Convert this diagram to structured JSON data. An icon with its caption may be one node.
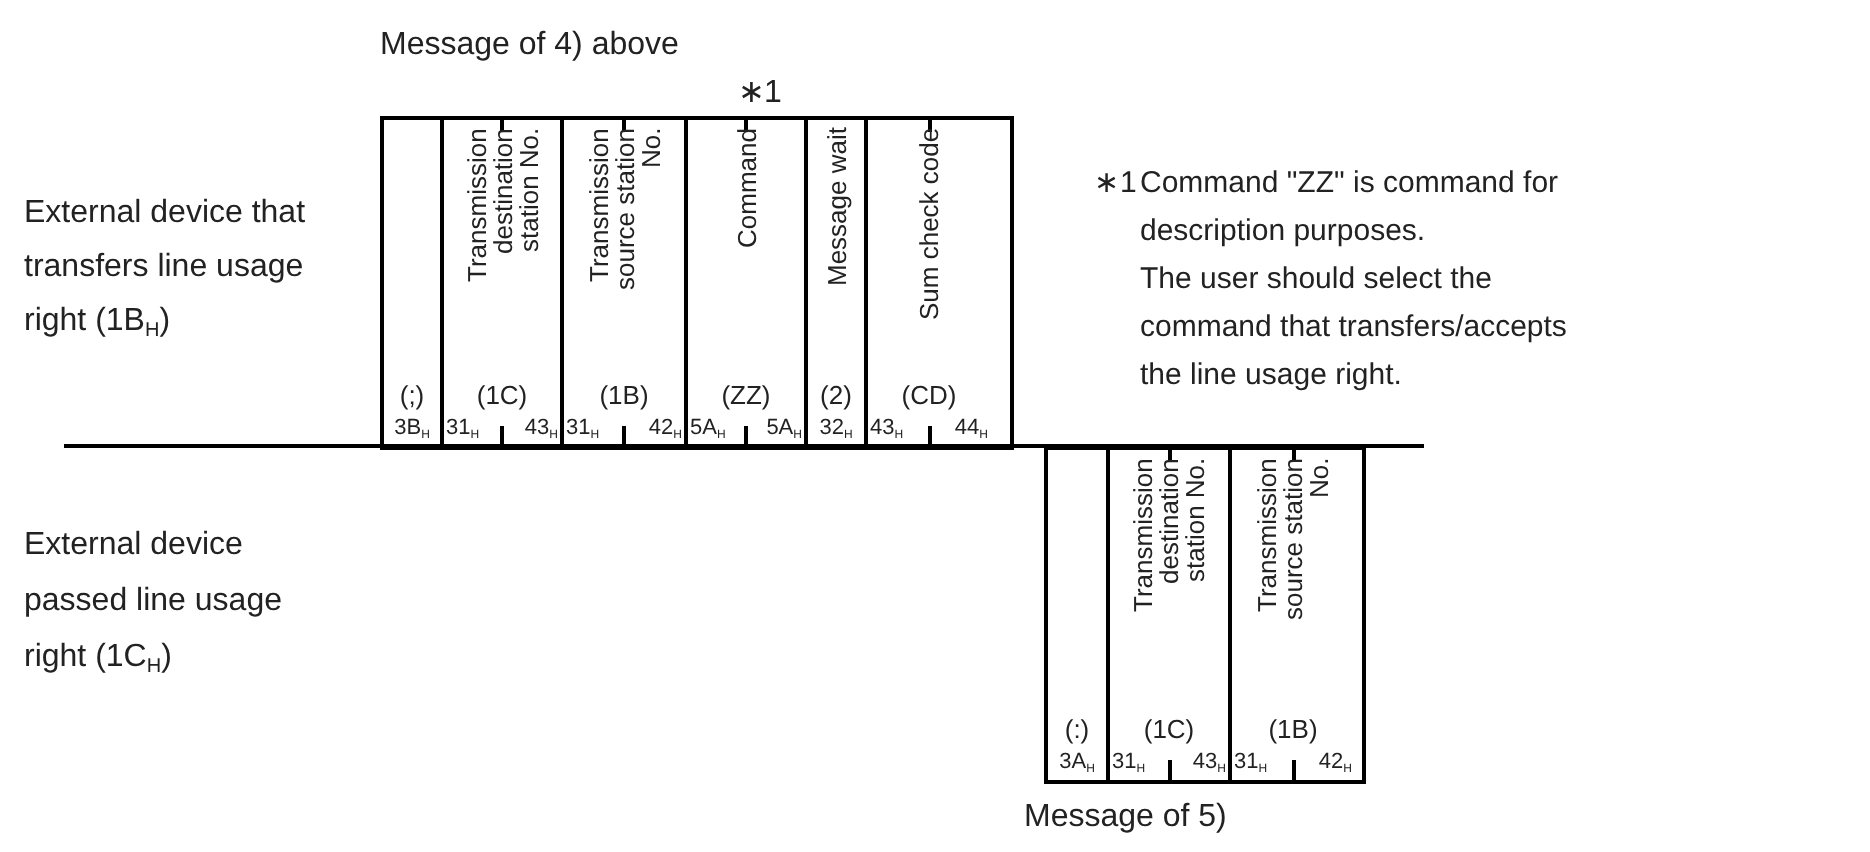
{
  "diagram": {
    "nodes": [
      {
        "text": [
          "Message of 4) above"
        ]
      },
      {
        "text": [
          "(;)",
          "3B$_{H}$"
        ],
        "in": 0
      },
      {
        "text": [
          "Transmission destination station No.",
          "(1C)",
          "31$_{H}$",
          "43$_{H}$"
        ],
        "in": 0
      },
      {
        "text": [
          "Transmission source station No.",
          "(1B)",
          "31$_{H}$",
          "42$_{H}$"
        ],
        "in": 0
      },
      {
        "text": [
          "Command",
          "(ZZ)",
          "5A$_{H}$",
          "5A$_{H}$"
        ],
        "in": 0,
        "beside": [
          "∗1"
        ]
      },
      {
        "text": [
          "Message wait",
          "(2)",
          "32$_{H}$"
        ],
        "in": 0
      },
      {
        "text": [
          "Sum check code",
          "(CD)",
          "43$_{H}$",
          "44$_{H}$"
        ],
        "in": 0
      },
      {
        "text": [
          "Message of 5)"
        ]
      },
      {
        "text": [
          "(:)",
          "3A$_{H}$"
        ],
        "in": 7
      },
      {
        "text": [
          "Transmission destination station No.",
          "(1C)",
          "31$_{H}$",
          "43$_{H}$"
        ],
        "in": 7
      },
      {
        "text": [
          "Transmission source station No.",
          "(1B)",
          "31$_{H}$",
          "42$_{H}$"
        ],
        "in": 7
      }
    ],
    "labels": [
      "External device that transfers line usage right (1B$_{H}$)",
      "External device passed line usage right (1C$_{H}$)",
      "∗1",
      "Command \"ZZ\" is command for description purposes.",
      "The user should select the command that transfers/accepts the line usage right."
    ]
  }
}
